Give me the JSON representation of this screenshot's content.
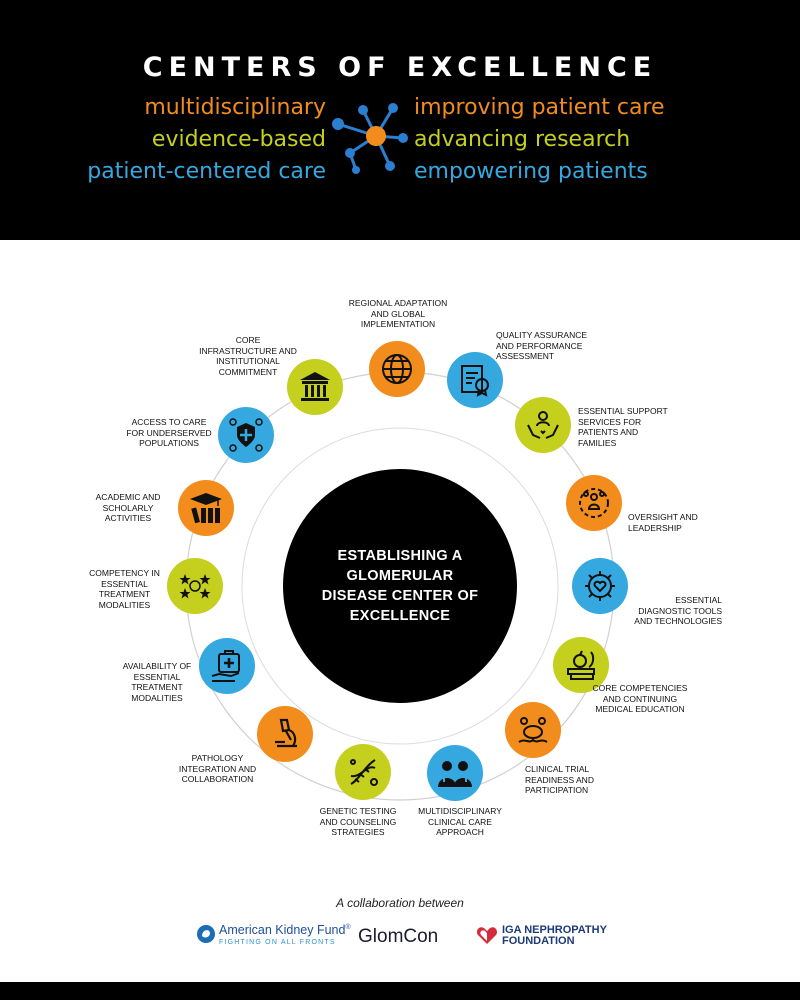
{
  "header": {
    "title": "CENTERS OF EXCELLENCE",
    "taglines_left": [
      {
        "text": "multidisciplinary",
        "color": "#f28c1c"
      },
      {
        "text": "evidence-based",
        "color": "#c4cf1e"
      },
      {
        "text": "patient-centered care",
        "color": "#35a8e0"
      }
    ],
    "taglines_right": [
      {
        "text": "improving patient care",
        "color": "#f28c1c"
      },
      {
        "text": "advancing research",
        "color": "#c4cf1e"
      },
      {
        "text": "empowering patients",
        "color": "#35a8e0"
      }
    ]
  },
  "colors": {
    "orange": "#f28c1c",
    "lime": "#c4cf1e",
    "blue": "#35a8e0",
    "black": "#000000"
  },
  "center_text": "ESTABLISHING A GLOMERULAR DISEASE CENTER OF EXCELLENCE",
  "nodes": [
    {
      "label": "REGIONAL ADAPTATION AND GLOBAL IMPLEMENTATION",
      "icon": "globe-icon",
      "color": "orange"
    },
    {
      "label": "QUALITY ASSURANCE AND PERFORMANCE ASSESSMENT",
      "icon": "certificate-icon",
      "color": "blue"
    },
    {
      "label": "ESSENTIAL SUPPORT SERVICES FOR PATIENTS AND FAMILIES",
      "icon": "caring-hands-icon",
      "color": "lime"
    },
    {
      "label": "OVERSIGHT AND LEADERSHIP",
      "icon": "leadership-icon",
      "color": "orange"
    },
    {
      "label": "ESSENTIAL DIAGNOSTIC TOOLS AND TECHNOLOGIES",
      "icon": "gear-heart-icon",
      "color": "blue"
    },
    {
      "label": "CORE COMPETENCIES AND CONTINUING MEDICAL EDUCATION",
      "icon": "books-apple-icon",
      "color": "lime"
    },
    {
      "label": "CLINICAL TRIAL READINESS AND PARTICIPATION",
      "icon": "clinical-trial-icon",
      "color": "orange"
    },
    {
      "label": "MULTIDISCIPLINARY CLINICAL CARE APPROACH",
      "icon": "doctors-icon",
      "color": "blue"
    },
    {
      "label": "GENETIC TESTING AND COUNSELING STRATEGIES",
      "icon": "dna-icon",
      "color": "lime"
    },
    {
      "label": "PATHOLOGY INTEGRATION AND COLLABORATION",
      "icon": "microscope-icon",
      "color": "orange"
    },
    {
      "label": "AVAILABILITY OF ESSENTIAL TREATMENT MODALITIES",
      "icon": "medical-kit-icon",
      "color": "blue"
    },
    {
      "label": "COMPETENCY IN ESSENTIAL TREATMENT MODALITIES",
      "icon": "stars-icon",
      "color": "lime"
    },
    {
      "label": "ACADEMIC AND SCHOLARLY ACTIVITIES",
      "icon": "graduation-books-icon",
      "color": "orange"
    },
    {
      "label": "ACCESS TO CARE FOR UNDERSERVED POPULATIONS",
      "icon": "shield-cross-icon",
      "color": "blue"
    },
    {
      "label": "CORE INFRASTRUCTURE AND INSTITUTIONAL COMMITMENT",
      "icon": "institution-icon",
      "color": "lime"
    }
  ],
  "footer": {
    "collab_text": "A collaboration between",
    "akf_name": "American Kidney Fund",
    "akf_reg": "®",
    "akf_tagline": "FIGHTING ON ALL FRONTS",
    "glomcon": "GlomCon",
    "iga_line1": "IGA NEPHROPATHY",
    "iga_line2": "FOUNDATION"
  }
}
